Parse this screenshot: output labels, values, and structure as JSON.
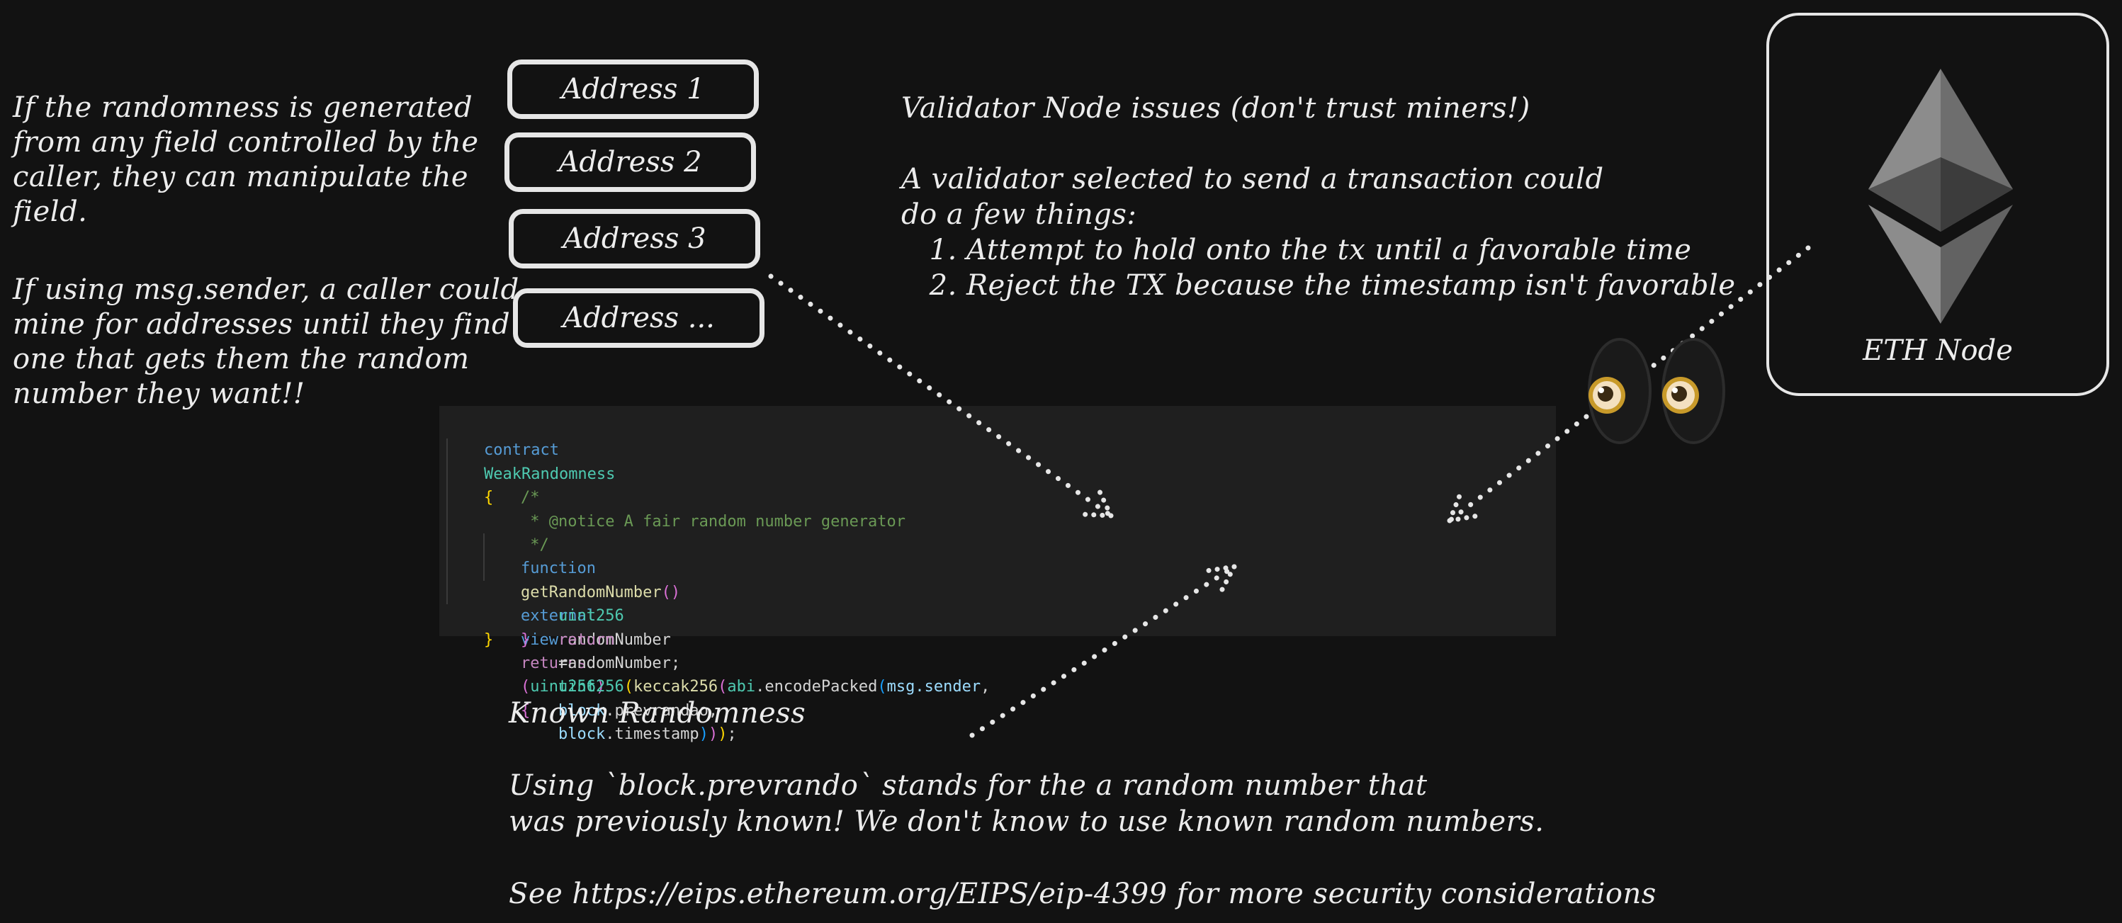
{
  "left_notes": {
    "paragraph_1": "If the randomness is generated\nfrom any field controlled by the\ncaller, they can manipulate the\nfield.",
    "paragraph_2": "If using msg.sender, a caller could\nmine for addresses until they find\none that gets them the random\nnumber they want!!"
  },
  "addresses": [
    "Address 1",
    "Address 2",
    "Address 3",
    "Address ..."
  ],
  "validator_note": {
    "text": "Validator Node issues (don't trust miners!)\n\nA validator selected to send a transaction could\ndo a few things:\n   1. Attempt to hold onto the tx until a favorable time\n   2. Reject the TX because the timestamp isn't favorable"
  },
  "eth_node": {
    "label": "ETH Node",
    "icon": "ethereum-logo-icon"
  },
  "eyes": {
    "icon": "eyes-emoji-icon"
  },
  "code": {
    "line1": {
      "kw": "contract",
      "name": "WeakRandomness",
      "brace": "{"
    },
    "line2": "/*",
    "line3": " * @notice A fair random number generator",
    "line4": " */",
    "line5": {
      "kw": "function",
      "name": "getRandomNumber",
      "parens": "()",
      "mod1": "external",
      "mod2": "view",
      "ret": "returns",
      "open": "(",
      "type": "uint256",
      "close": ")",
      "brace": "{"
    },
    "line6": {
      "type": "uint256",
      "var": "randomNumber",
      "eq": "=",
      "cast": "uint256",
      "p1": "(",
      "hash": "keccak256",
      "p2": "(",
      "abi": "abi",
      "dot1": ".",
      "encode": "encodePacked",
      "p3": "(",
      "msg": "msg",
      "dot2": ".",
      "sender": "sender",
      "comma1": ",",
      "block1": "block",
      "dot3": ".",
      "prevrandao": "prevrandao",
      "comma2": ",",
      "block2": "block",
      "dot4": ".",
      "timestamp": "timestamp",
      "c3": ")",
      "c2": ")",
      "c1": ")",
      "semi": ";"
    },
    "line7": {
      "kw": "return",
      "var": "randomNumber",
      "semi": ";"
    },
    "line8": "}",
    "line9": "}"
  },
  "known_note": {
    "text": "Known Randomness\n\nUsing `block.prevrando` stands for the a random number that\nwas previously known! We don't know to use known random numbers.\n\nSee https://eips.ethereum.org/EIPS/eip-4399 for more security considerations"
  },
  "colors": {
    "background": "#121212",
    "code_background": "#1f1f1f",
    "stroke": "#e6e6e6"
  }
}
